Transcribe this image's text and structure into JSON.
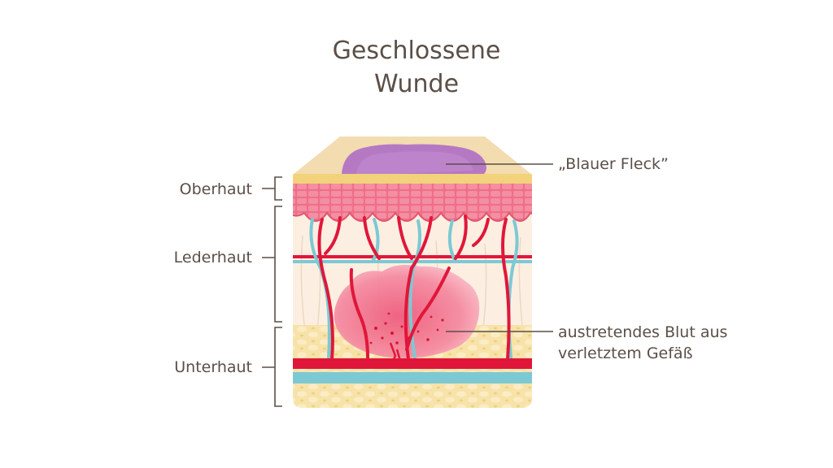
{
  "title": {
    "line1": "Geschlossene",
    "line2": "Wunde"
  },
  "layers": {
    "epidermis": "Oberhaut",
    "dermis": "Lederhaut",
    "subcutis": "Unterhaut"
  },
  "annotations": {
    "bruise": "„Blauer Fleck”",
    "blood_line1": "austretendes Blut aus",
    "blood_line2": "verletztem Gefäß"
  },
  "colors": {
    "text": "#5b4f47",
    "skin_top": "#f3dcb0",
    "bruise": "#b579c4",
    "epidermis": "#ee6b86",
    "dermis": "#fcefe2",
    "fat": "#f7e2a8",
    "artery": "#e0173a",
    "vein": "#7cc9d3",
    "blood_pool": "#f27a92"
  }
}
